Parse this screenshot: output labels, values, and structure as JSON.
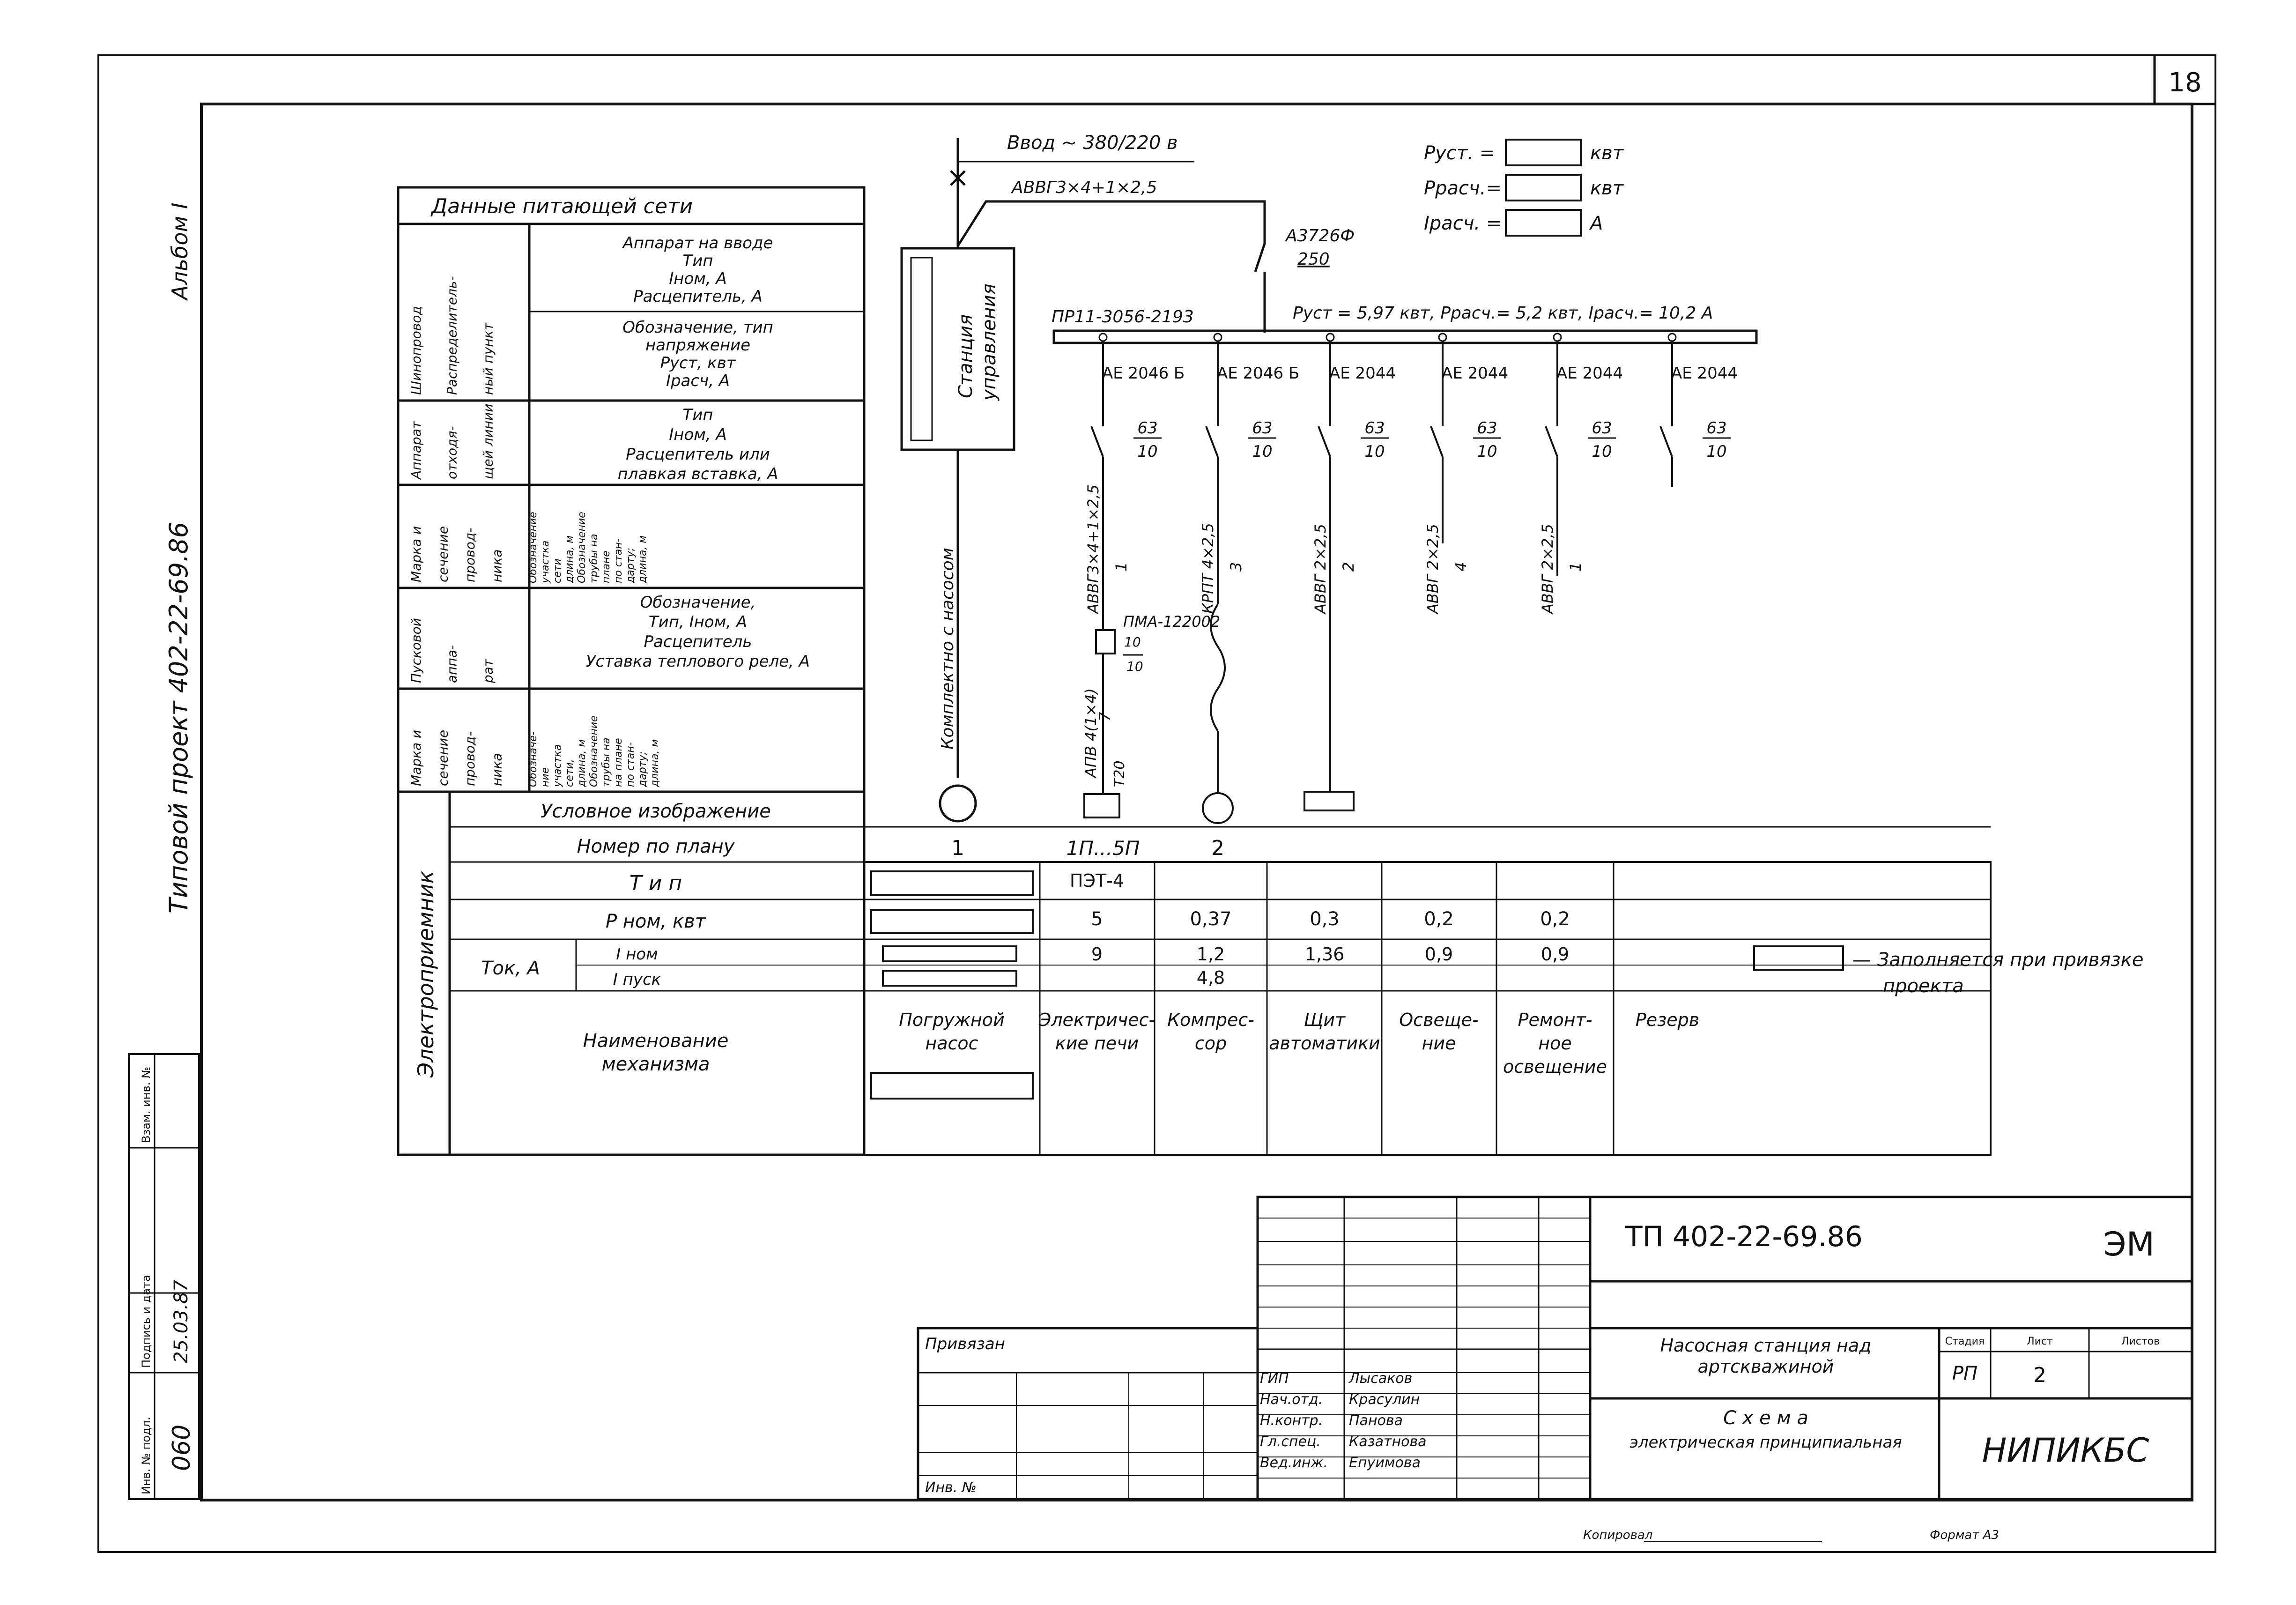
{
  "page": {
    "sheet_number": "18",
    "album": "Альбом I",
    "project_ref": "Типовой проект 402-22-69.86"
  },
  "supply": {
    "input": "Ввод ~ 380/220 в",
    "cable": "АВВГ3×4+1×2,5",
    "breaker": "А3726Ф",
    "breaker_rating": "250",
    "busbar": "ПР11-3056-2193",
    "station": [
      "Станция",
      "управления"
    ],
    "station_note": "Комплектно с насосом",
    "summary": "Руст = 5,97 квт,  Ррасч.= 5,2 квт,  Iрасч.= 10,2 А",
    "blanks": [
      {
        "label": "Руст. =",
        "unit": "квт"
      },
      {
        "label": "Ррасч.=",
        "unit": "квт"
      },
      {
        "label": "Iрасч. =",
        "unit": "А"
      }
    ]
  },
  "feeders": [
    {
      "breaker": "АЕ 2046 Б",
      "rating": "63",
      "setting": "10",
      "cable": "АВВГ3×4+1×2,5",
      "length": "1",
      "starter": "ПМА-122002",
      "relay_a": "10",
      "relay_b": "10",
      "cable2": "АПВ 4(1×4)",
      "cable2_len": "7",
      "pipe": "Т20"
    },
    {
      "breaker": "АЕ 2046 Б",
      "rating": "63",
      "setting": "10",
      "cable": "КРПТ 4×2,5",
      "length": "3"
    },
    {
      "breaker": "АЕ 2044",
      "rating": "63",
      "setting": "10",
      "cable": "АВВГ 2×2,5",
      "length": "2"
    },
    {
      "breaker": "АЕ 2044",
      "rating": "63",
      "setting": "10",
      "cable": "АВВГ 2×2,5",
      "length": "4"
    },
    {
      "breaker": "АЕ 2044",
      "rating": "63",
      "setting": "10",
      "cable": "АВВГ 2×2,5",
      "length": "1"
    },
    {
      "breaker": "АЕ 2044",
      "rating": "63",
      "setting": "10"
    }
  ],
  "left_table": {
    "header": "Данные питающей сети",
    "groups": [
      {
        "name": [
          "Шинопровод",
          "Распределитель-",
          "ный пункт"
        ],
        "rows": [
          [
            "Аппарат на вводе",
            "Тип",
            "Iном, А",
            "Расцепитель, А"
          ],
          [
            "Обозначение, тип",
            "напряжение",
            "Руст, квт",
            "Iрасч, А"
          ]
        ]
      },
      {
        "name": [
          "Аппарат",
          "отходя-",
          "щей линии"
        ],
        "rows": [
          [
            "Тип",
            "Iном, А",
            "Расцепитель или",
            "плавкая вставка, А"
          ]
        ]
      },
      {
        "name": [
          "Марка и",
          "сечение",
          "провод-",
          "ника"
        ],
        "rows": [
          [
            "Обозначение",
            "участка",
            "сети",
            "длина, м",
            "Обозначение",
            "трубы на",
            "плане",
            "по стан-",
            "дарту;",
            "длина, м"
          ]
        ]
      },
      {
        "name": [
          "Пусковой",
          "аппа-",
          "рат"
        ],
        "rows": [
          [
            "Обозначение,",
            "Тип, Iном, А",
            "Расцепитель",
            "Уставка теплового реле, А"
          ]
        ]
      },
      {
        "name": [
          "Марка и",
          "сечение",
          "провод-",
          "ника"
        ],
        "rows": [
          [
            "Обозначе-",
            "ние",
            "участка",
            "сети,",
            "длина, м",
            "Обозначение",
            "трубы на",
            "на плане",
            "по стан-",
            "дарту;",
            "длина, м"
          ]
        ]
      }
    ],
    "consumer_group": "Электроприемник",
    "row_labels": {
      "symbol": "Условное изображение",
      "plan_no": "Номер по плану",
      "type": "Т и п",
      "pnom": "Р ном, квт",
      "current": "Ток, А",
      "inom": "I ном",
      "istart": "I пуск",
      "name": [
        "Наименование",
        "механизма"
      ]
    }
  },
  "consumers": [
    {
      "plan_no": "1",
      "type": "",
      "pnom": "",
      "inom": "",
      "istart": "",
      "name": [
        "Погружной",
        "насос"
      ]
    },
    {
      "plan_no": "1П...5П",
      "type": "ПЭТ-4",
      "pnom": "5",
      "inom": "9",
      "istart": "",
      "name": [
        "Электричес-",
        "кие печи"
      ]
    },
    {
      "plan_no": "2",
      "type": "",
      "pnom": "0,37",
      "inom": "1,2",
      "istart": "4,8",
      "name": [
        "Компрес-",
        "сор"
      ]
    },
    {
      "plan_no": "",
      "type": "",
      "pnom": "0,3",
      "inom": "1,36",
      "istart": "",
      "name": [
        "Щит",
        "автоматики"
      ]
    },
    {
      "plan_no": "",
      "type": "",
      "pnom": "0,2",
      "inom": "0,9",
      "istart": "",
      "name": [
        "Освеще-",
        "ние"
      ]
    },
    {
      "plan_no": "",
      "type": "",
      "pnom": "0,2",
      "inom": "0,9",
      "istart": "",
      "name": [
        "Ремонт-",
        "ное",
        "освещение"
      ]
    },
    {
      "plan_no": "",
      "type": "",
      "pnom": "",
      "inom": "",
      "istart": "",
      "name": [
        "Резерв"
      ]
    }
  ],
  "legend": {
    "text": "— Заполняется при привязке",
    "text2": "проекта"
  },
  "stamp": {
    "doc_code": "ТП 402-22-69.86",
    "sheet_code": "ЭМ",
    "object": [
      "Насосная станция над",
      "артскважиной"
    ],
    "title": [
      "С х е м а",
      "электрическая принципиальная"
    ],
    "org": "НИПИКБС",
    "stage_label": "Стадия",
    "sheet_label": "Лист",
    "sheets_label": "Листов",
    "stage": "РП",
    "sheet": "2",
    "bound": "Привязан",
    "inv": "Инв. №",
    "people": [
      {
        "role": "ГИП",
        "name": "Лысаков"
      },
      {
        "role": "Нач.отд.",
        "name": "Красулин"
      },
      {
        "role": "Н.контр.",
        "name": "Панова"
      },
      {
        "role": "Гл.спец.",
        "name": "Казатнова"
      },
      {
        "role": "Вед.инж.",
        "name": "Епуимова"
      }
    ],
    "copied": "Копировал",
    "format": "Формат А3"
  },
  "side_stamp": {
    "inv_no_label": "Инв. № подл.",
    "inv_no": "060",
    "signed_label": "Подпись и дата",
    "signed": "25.03.87",
    "replaced_label": "Взам. инв. №"
  }
}
